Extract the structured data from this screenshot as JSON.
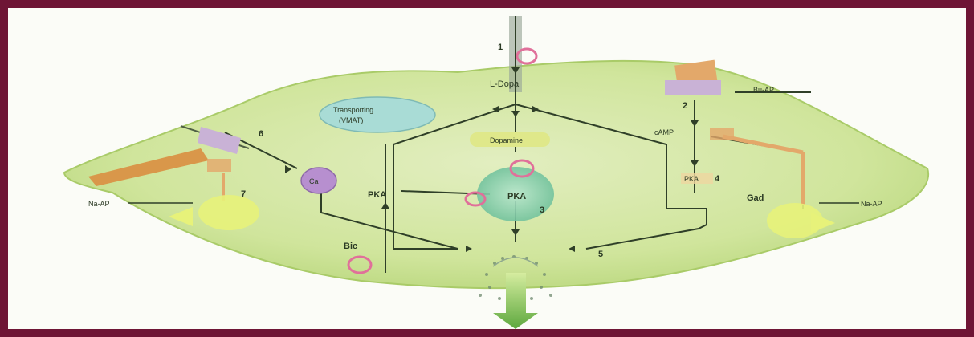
{
  "diagram": {
    "labels": {
      "num_1": "1",
      "l_dopa": "L-Dopa",
      "num_2": "2",
      "bu_ap_right": "Bu-AP",
      "num_6": "6",
      "transporter": "Transporting",
      "transporter_2": "(VMAT)",
      "camp": "cAMP",
      "pka": "PKA",
      "dopamine": "Dopamine",
      "ca": "Ca",
      "na_ap_left": "Na-AP",
      "num_7": "7",
      "num_3": "3",
      "num_4": "4",
      "num_5": "5",
      "bic": "Bic",
      "gad": "Gad",
      "na_ap_right": "Na-AP"
    },
    "colors": {
      "frame": "#6e1535",
      "background": "#fbfcf7",
      "cell": "#cfe49a",
      "cell_edge": "#a9cb68",
      "lines": "#2f3f28",
      "vesicle": "#e0709a",
      "receptor_purple": "#b78fcf",
      "orange": "#e3a86a",
      "yellow": "#e7f27a",
      "nucleus": "#7fc7a8",
      "oval_label": "#a9dcd6",
      "dopamine_pill": "#dfe88a"
    }
  }
}
